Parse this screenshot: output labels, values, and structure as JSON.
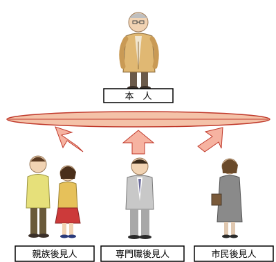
{
  "principal": {
    "label": "本　人"
  },
  "guardians": [
    {
      "label": "親族後見人"
    },
    {
      "label": "専門職後見人"
    },
    {
      "label": "市民後見人"
    }
  ],
  "colors": {
    "platform_fill": "#f4c2a8",
    "platform_stroke": "#c0392b",
    "arrow_fill": "#f6b3a1",
    "arrow_stroke": "#c0392b",
    "box_stroke": "#000000"
  },
  "icons": {
    "principal": "elderly-man-icon",
    "relative_guardians": "family-couple-icon",
    "professional_guardian": "businessman-icon",
    "citizen_guardian": "woman-citizen-icon"
  }
}
